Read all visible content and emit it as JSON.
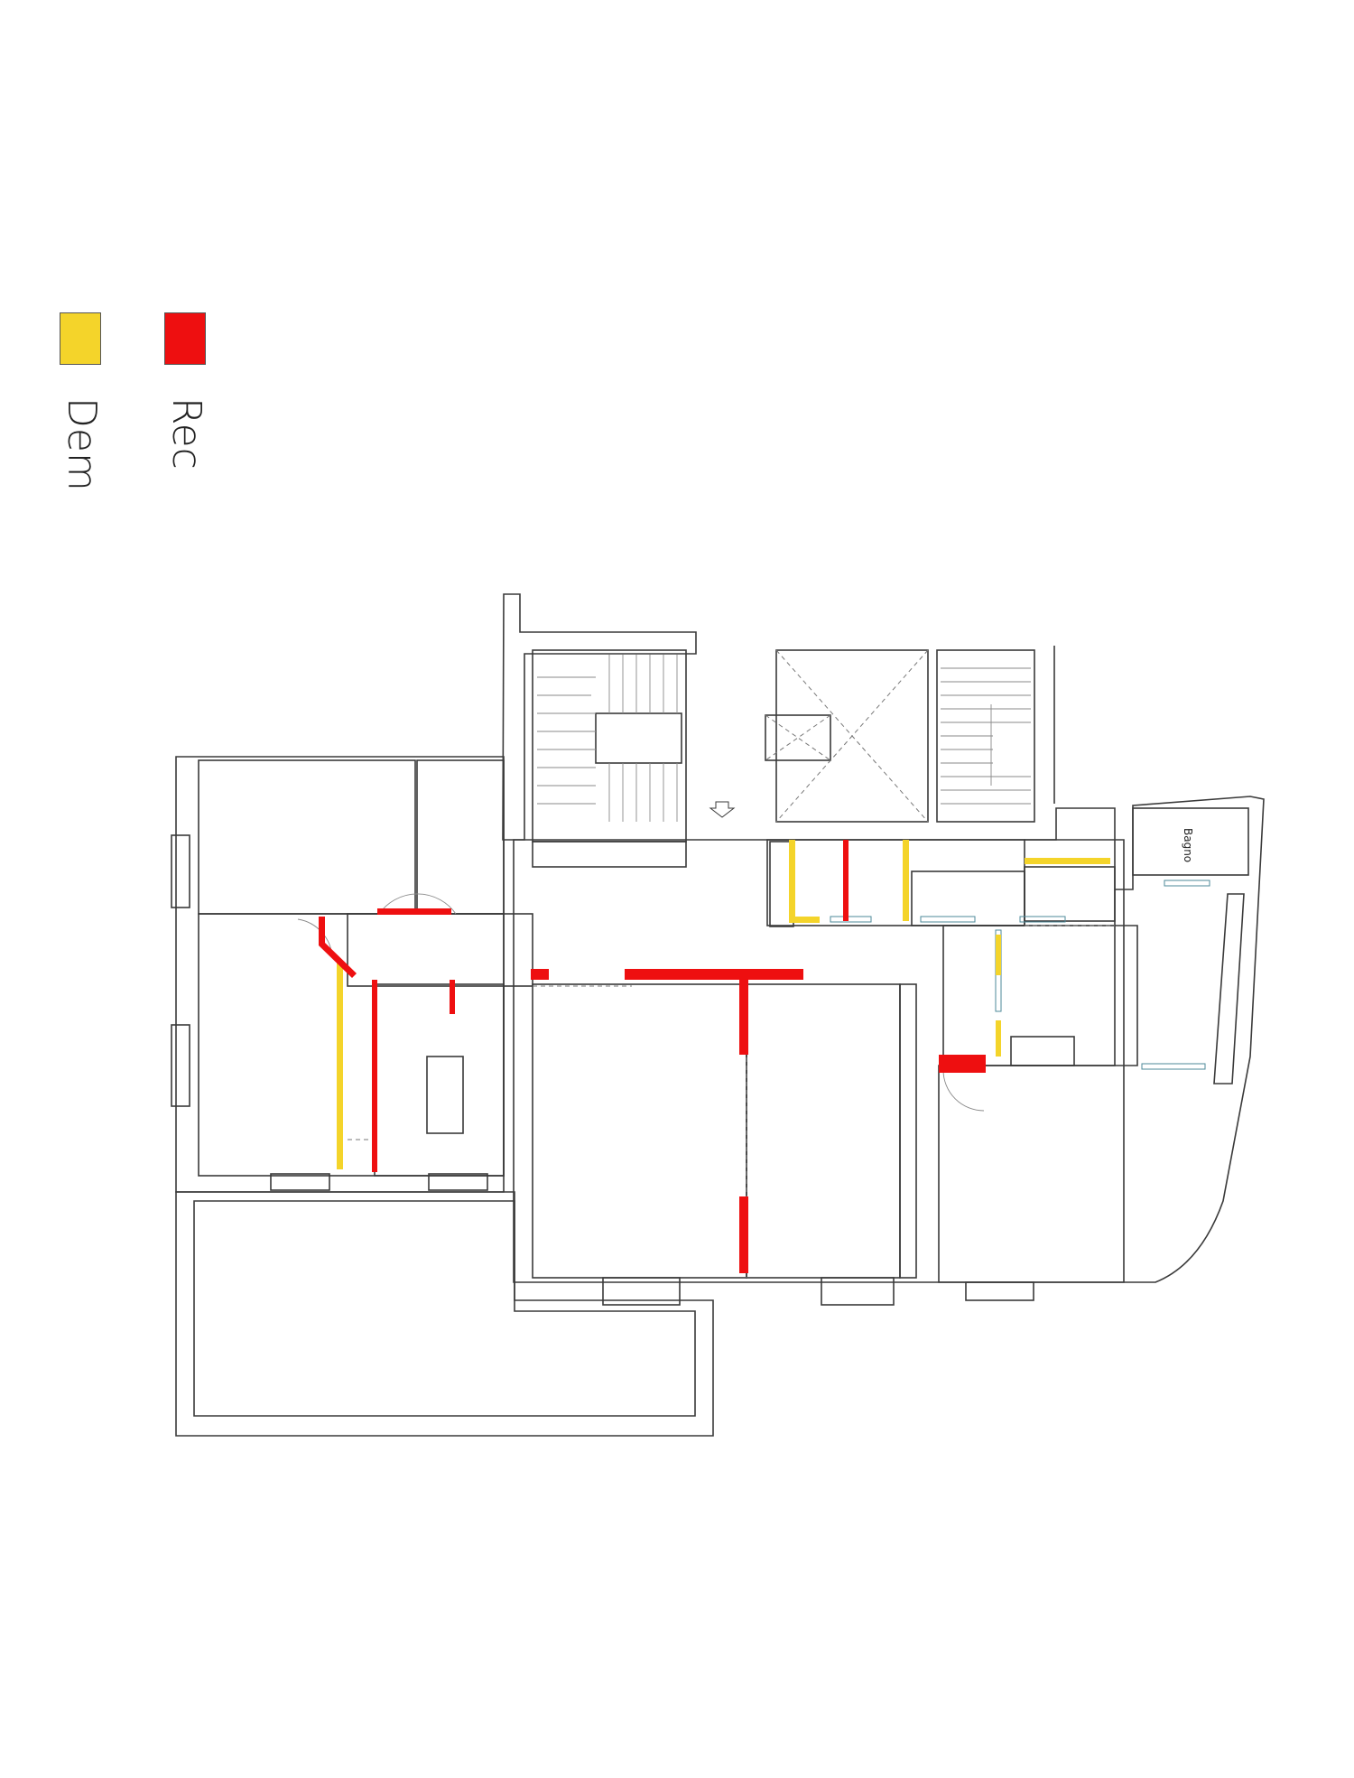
{
  "legend": {
    "demolition": {
      "label": "Dem",
      "color": "#f4d42a"
    },
    "reconstruction": {
      "label": "Rec",
      "color": "#ee0f10"
    }
  },
  "rooms": {
    "bathroom": {
      "label": "Bagno"
    }
  },
  "colors": {
    "line": "#3a3a3a",
    "thin_line": "#8a8a8a",
    "dashed": "#777777",
    "fixture": "#4d8a9a"
  }
}
